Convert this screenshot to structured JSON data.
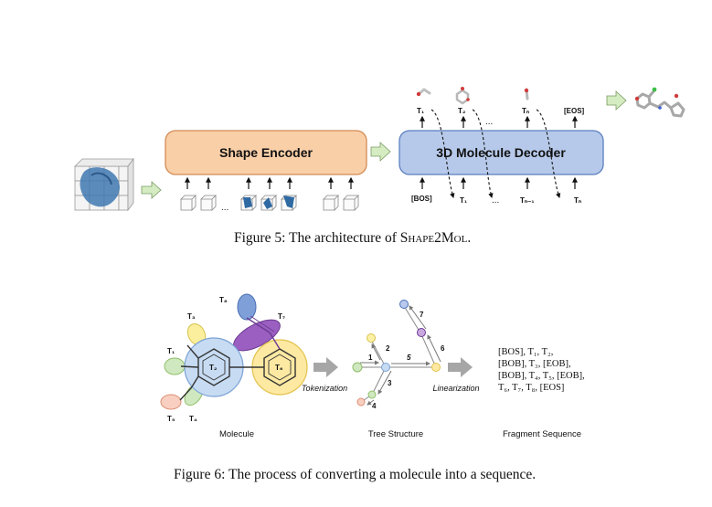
{
  "figure5": {
    "caption_prefix": "Figure 5: The architecture of ",
    "caption_name": "Shape2Mol",
    "caption_suffix": ".",
    "encoder_label": "Shape Encoder",
    "decoder_label": "3D Molecule Decoder",
    "ellipsis": "...",
    "out_tokens": [
      "T₁",
      "T₂",
      "Tₙ",
      "[EOS]"
    ],
    "in_tokens": [
      "[BOS]",
      "T₁",
      "Tₙ₋₁",
      "Tₙ"
    ]
  },
  "figure6": {
    "caption": "Figure 6: The process of converting a molecule into a sequence.",
    "molecule_label": "Molecule",
    "tree_label": "Tree Structure",
    "sequence_label": "Fragment Sequence",
    "tokenization_label": "Tokenization",
    "linearization_label": "Linearization",
    "fragments": [
      "T₁",
      "T₂",
      "T₃",
      "T₄",
      "T₅",
      "T₆",
      "T₇",
      "T₈"
    ],
    "tree_steps": [
      "1",
      "2",
      "3",
      "4",
      "5",
      "6",
      "7"
    ],
    "sequence_lines": [
      "[BOS], T₁, T₂,",
      "[BOB], T₃, [EOB],",
      "[BOB], T₄, T₅, [EOB],",
      "T₆, T₇, T₈, [EOS]"
    ]
  },
  "colors": {
    "encoder_fill": "#f9cfa8",
    "encoder_stroke": "#d28a53",
    "decoder_fill": "#b6c9ea",
    "decoder_stroke": "#5b7fbf",
    "green_arrow": "#d5ecc2",
    "gray_arrow": "#a6a6a6"
  }
}
